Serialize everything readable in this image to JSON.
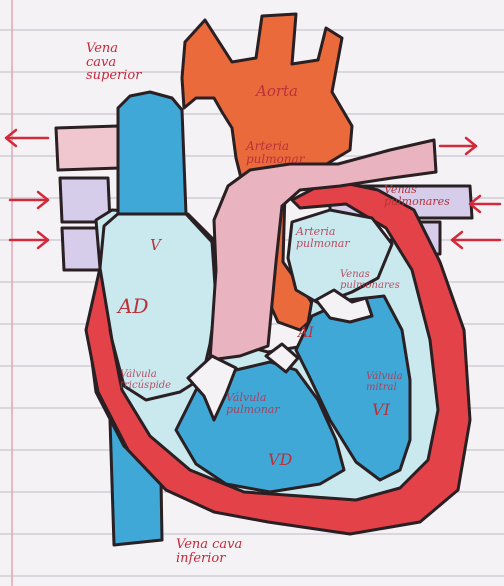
{
  "labels": {
    "vena_cava_superior": [
      "Vena",
      "cava",
      "superior"
    ],
    "aorta": "Aorta",
    "arteria_pulmonar": [
      "Arteria",
      "pulmonar"
    ],
    "venas_pulmonares_top": [
      "Venas",
      "pulmonares"
    ],
    "arteria_pulmonar_left": [
      "Arteria",
      "pulmonar"
    ],
    "venas_pulmonares": [
      "Venas",
      "pulmonares"
    ],
    "ad": "AD",
    "v_left": "V",
    "ai": "AI",
    "valvula_tricuspide": [
      "Válvula",
      "tricúspide"
    ],
    "valvula_mitral": [
      "Válvula",
      "mitral"
    ],
    "valvula_pulmonar": [
      "Válvula",
      "pulmonar"
    ],
    "vd": "VD",
    "vi": "VI",
    "vena_cava_inferior": [
      "Vena cava",
      "inferior"
    ]
  },
  "colors": {
    "paper": "#f4f2f5",
    "rule_line": "#c9c6cf",
    "margin_line": "#e2a8b4",
    "outline": "#2a1f22",
    "aorta": "#ea6a3c",
    "deoxy": "#3fa8d6",
    "light_blue": "#c9e9ee",
    "oxy": "#e24248",
    "pink": "#e9b3bf",
    "lavender": "#d6cdea",
    "arrow": "#d22a3a"
  }
}
